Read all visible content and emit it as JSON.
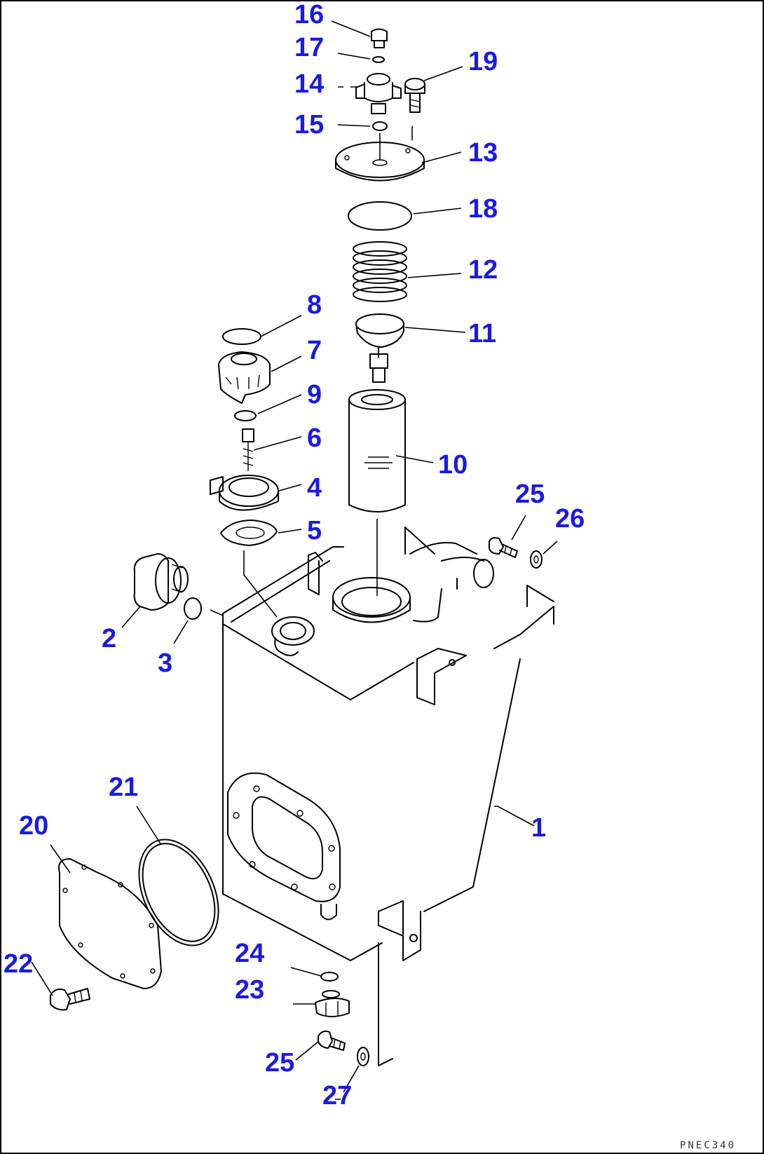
{
  "callouts": [
    {
      "id": "c16",
      "label": "16"
    },
    {
      "id": "c17",
      "label": "17"
    },
    {
      "id": "c14",
      "label": "14"
    },
    {
      "id": "c19",
      "label": "19"
    },
    {
      "id": "c15",
      "label": "15"
    },
    {
      "id": "c13",
      "label": "13"
    },
    {
      "id": "c18",
      "label": "18"
    },
    {
      "id": "c12",
      "label": "12"
    },
    {
      "id": "c8",
      "label": "8"
    },
    {
      "id": "c11",
      "label": "11"
    },
    {
      "id": "c7",
      "label": "7"
    },
    {
      "id": "c9",
      "label": "9"
    },
    {
      "id": "c6",
      "label": "6"
    },
    {
      "id": "c10",
      "label": "10"
    },
    {
      "id": "c4",
      "label": "4"
    },
    {
      "id": "c25a",
      "label": "25"
    },
    {
      "id": "c26",
      "label": "26"
    },
    {
      "id": "c5",
      "label": "5"
    },
    {
      "id": "c2",
      "label": "2"
    },
    {
      "id": "c3",
      "label": "3"
    },
    {
      "id": "c21",
      "label": "21"
    },
    {
      "id": "c1",
      "label": "1"
    },
    {
      "id": "c20",
      "label": "20"
    },
    {
      "id": "c24",
      "label": "24"
    },
    {
      "id": "c23",
      "label": "23"
    },
    {
      "id": "c22",
      "label": "22"
    },
    {
      "id": "c25b",
      "label": "25"
    },
    {
      "id": "c27",
      "label": "27"
    }
  ],
  "drawing_code": "PNEC340"
}
